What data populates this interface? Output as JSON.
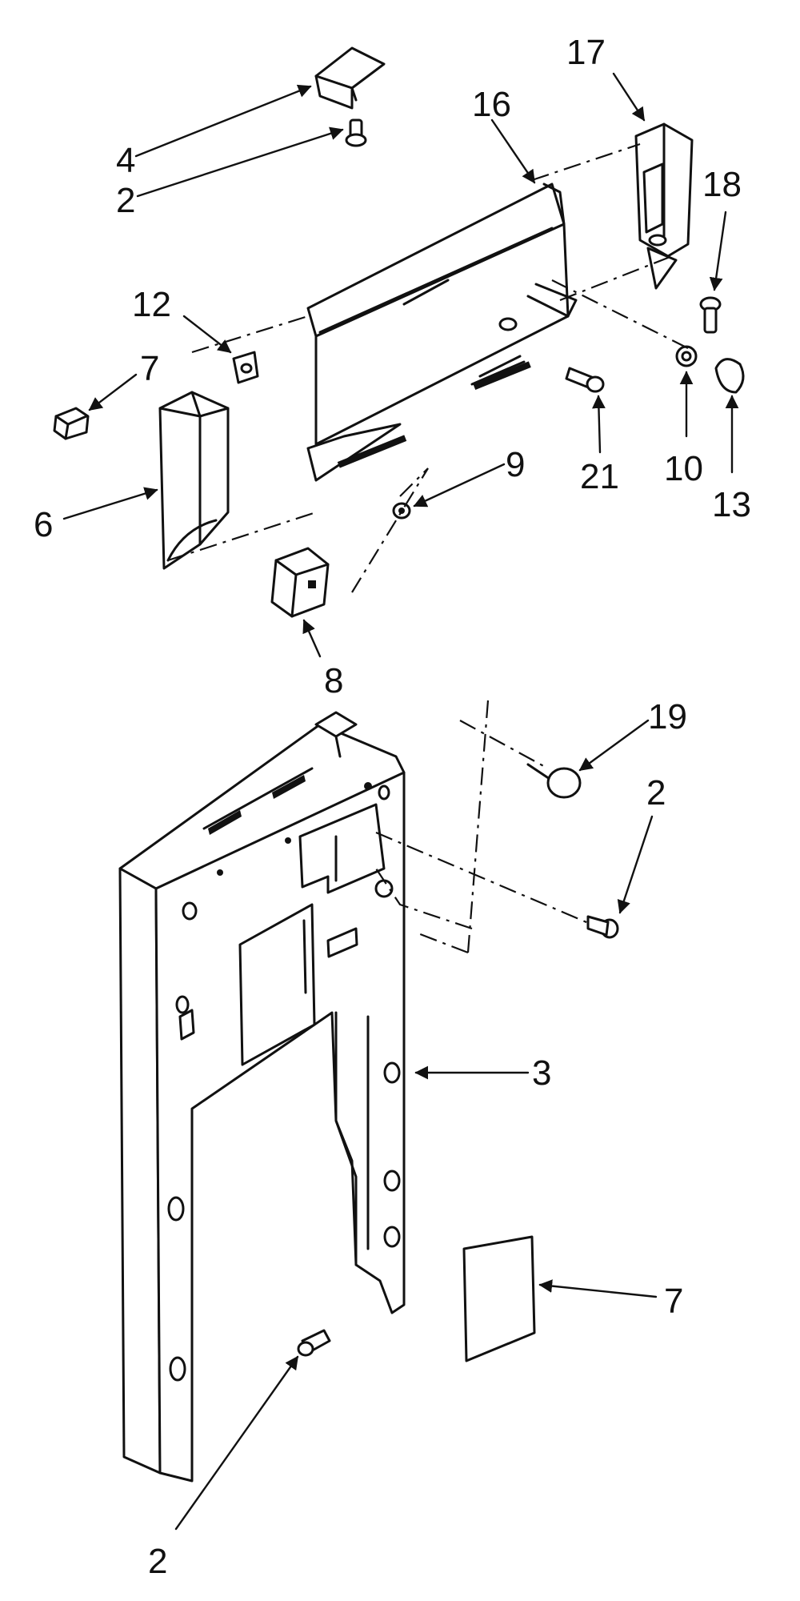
{
  "diagram": {
    "callouts": {
      "c17": "17",
      "c16": "16",
      "c4": "4",
      "c2_top": "2",
      "c18": "18",
      "c12": "12",
      "c7_left": "7",
      "c21": "21",
      "c10": "10",
      "c13": "13",
      "c9": "9",
      "c6": "6",
      "c8": "8",
      "c19": "19",
      "c2_right": "2",
      "c3": "3",
      "c7_right": "7",
      "c2_bottom": "2"
    }
  }
}
